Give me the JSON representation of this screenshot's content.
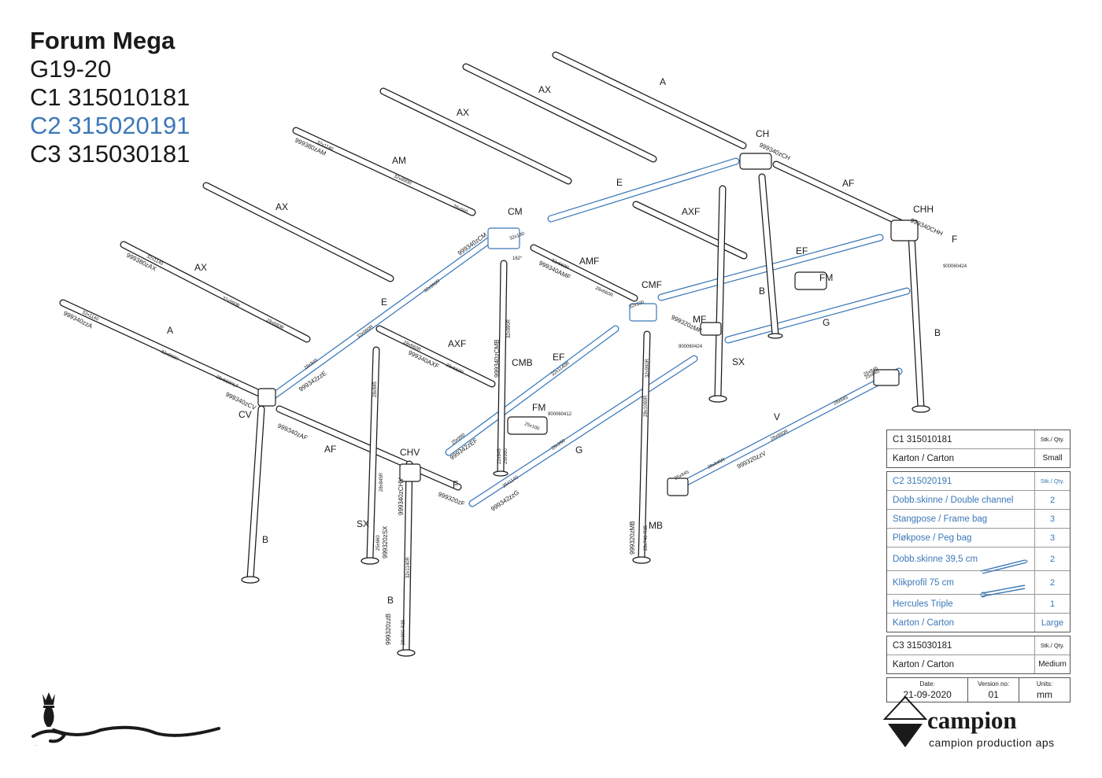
{
  "title": {
    "model": "Forum Mega",
    "code": "G19-20",
    "c1": "C1 315010181",
    "c2": "C2 315020191",
    "c3": "C3 315030181"
  },
  "diagram": {
    "labels": {
      "a_top": "A",
      "ax_top1": "AX",
      "ax_top2": "AX",
      "am": "AM",
      "ax_mid": "AX",
      "ax_left": "AX",
      "a_left": "A",
      "ch": "CH",
      "af_top": "AF",
      "chh": "CHH",
      "f_top": "F",
      "e_top": "E",
      "cm": "CM",
      "axf_top": "AXF",
      "ef_top": "EF",
      "fm_top": "FM",
      "amf": "AMF",
      "cmf": "CMF",
      "mf": "MF",
      "b_right1": "B",
      "b_right2": "B",
      "g_right": "G",
      "sx_right": "SX",
      "e_left": "E",
      "axf_mid": "AXF",
      "cmb": "CMB",
      "ef_mid": "EF",
      "fm_mid": "FM",
      "g_mid": "G",
      "v": "V",
      "cv": "CV",
      "af_left": "AF",
      "chv": "CHV",
      "f_left": "F",
      "sx_left": "SX",
      "b_left": "B",
      "b_bottom": "B",
      "mb": "MB"
    },
    "codes": {
      "c999380zAM": "999380zAM",
      "c999380zAX": "999380zAX",
      "c999340zzA": "999340zzA",
      "c999340zCH": "999340zCH",
      "c999340CHH": "999340CHH",
      "c999340zCM": "999340zCM",
      "c999340AMF": "999340AMF",
      "c999340zCV": "999340zCV",
      "c999342zzE": "999342zzE",
      "c999340zAF": "999340zAF",
      "c999340AXF": "999340AXF",
      "c999340zCMB": "999340zCMB",
      "c999342zEF": "999342zEF",
      "c999342zzG": "999342zzG",
      "c999320zzV": "999320zzV",
      "c999340zCHV": "999340zCHV",
      "c999320zSX": "999320zSX",
      "c999320zzB": "999320zzB",
      "c999320zMB": "999320zMB",
      "c999320zMF": "999320zMF",
      "c900060424a": "900060424",
      "c900060424b": "900060424",
      "c900060412": "900060412",
      "c999320zF": "999320zF"
    },
    "dims": {
      "d32x1140a": "32x1140",
      "d32x990Ra": "32x990R",
      "d28x660": "28x660",
      "d32x1140b": "32x1140",
      "d32x990Rb": "32x990R",
      "d28x660Ra": "28x660R",
      "d32x1140c": "32x1140",
      "d32x990Rc": "32x990R",
      "d28x660RLT": "28x660RLT",
      "d32x990Rd": "32x990R",
      "d28x660Rb": "28x660R",
      "d32x990Re": "32x990R",
      "d28x845a": "28x845",
      "d32x660R": "32x660R",
      "d28x660Rc": "28x660R",
      "d25x1140": "25x1140",
      "d25x990": "25x990",
      "d25x845": "25x845",
      "d28x845b": "28x845",
      "d28x845R": "28x845R",
      "d28x660Rd": "28x660R",
      "d32x1140R": "32x1140R",
      "d28x990": "28x990",
      "d25x845b": "25x845",
      "d28x845Rb": "28x845R",
      "d28x660Re": "28x660R",
      "d28x845c": "28x845",
      "d25x845c": "25x845",
      "d32x990Rf": "32x990R",
      "d28x1080R": "28x1080R",
      "d32x990Rg": "32x990R",
      "d28x740R35": "28x740 R35",
      "d25x660": "25x660",
      "d32x1140R2": "32x1140R",
      "d28x990R35": "28x990 R35",
      "d25x990b": "25x990",
      "d22x845": "22x845",
      "d32x100": "32x100",
      "d32x130": "32x130",
      "d25x100": "25x100",
      "angle": "162°"
    }
  },
  "parts_table": {
    "c1": {
      "header": "C1 315010181",
      "qty_header": "Stk./ Qty.",
      "rows": [
        {
          "label": "Karton / Carton",
          "value": "Small"
        }
      ]
    },
    "c2": {
      "header": "C2 315020191",
      "qty_header": "Stk./ Qty.",
      "rows": [
        {
          "label": "Dobb.skinne / Double channel",
          "value": "2"
        },
        {
          "label": "Stangpose / Frame bag",
          "value": "3"
        },
        {
          "label": "Pløkpose / Peg bag",
          "value": "3"
        },
        {
          "label": "Dobb.skinne 39,5 cm",
          "value": "2"
        },
        {
          "label": "Klikprofil 75 cm",
          "value": "2"
        },
        {
          "label": "Hercules Triple",
          "value": "1"
        },
        {
          "label": "Karton / Carton",
          "value": "Large"
        }
      ]
    },
    "c3": {
      "header": "C3 315030181",
      "qty_header": "Stk./ Qty.",
      "rows": [
        {
          "label": "Karton / Carton",
          "value": "Medium"
        }
      ]
    },
    "meta": {
      "date_label": "Date:",
      "date": "21-09-2020",
      "version_label": "Version no:",
      "version": "01",
      "units_label": "Units:",
      "units": "mm"
    }
  },
  "brand": {
    "isabella": "Isabella",
    "campion": "campion",
    "campion_sub": "campion production aps"
  },
  "colors": {
    "blue": "#3b78b8",
    "black": "#1a1a1a"
  }
}
